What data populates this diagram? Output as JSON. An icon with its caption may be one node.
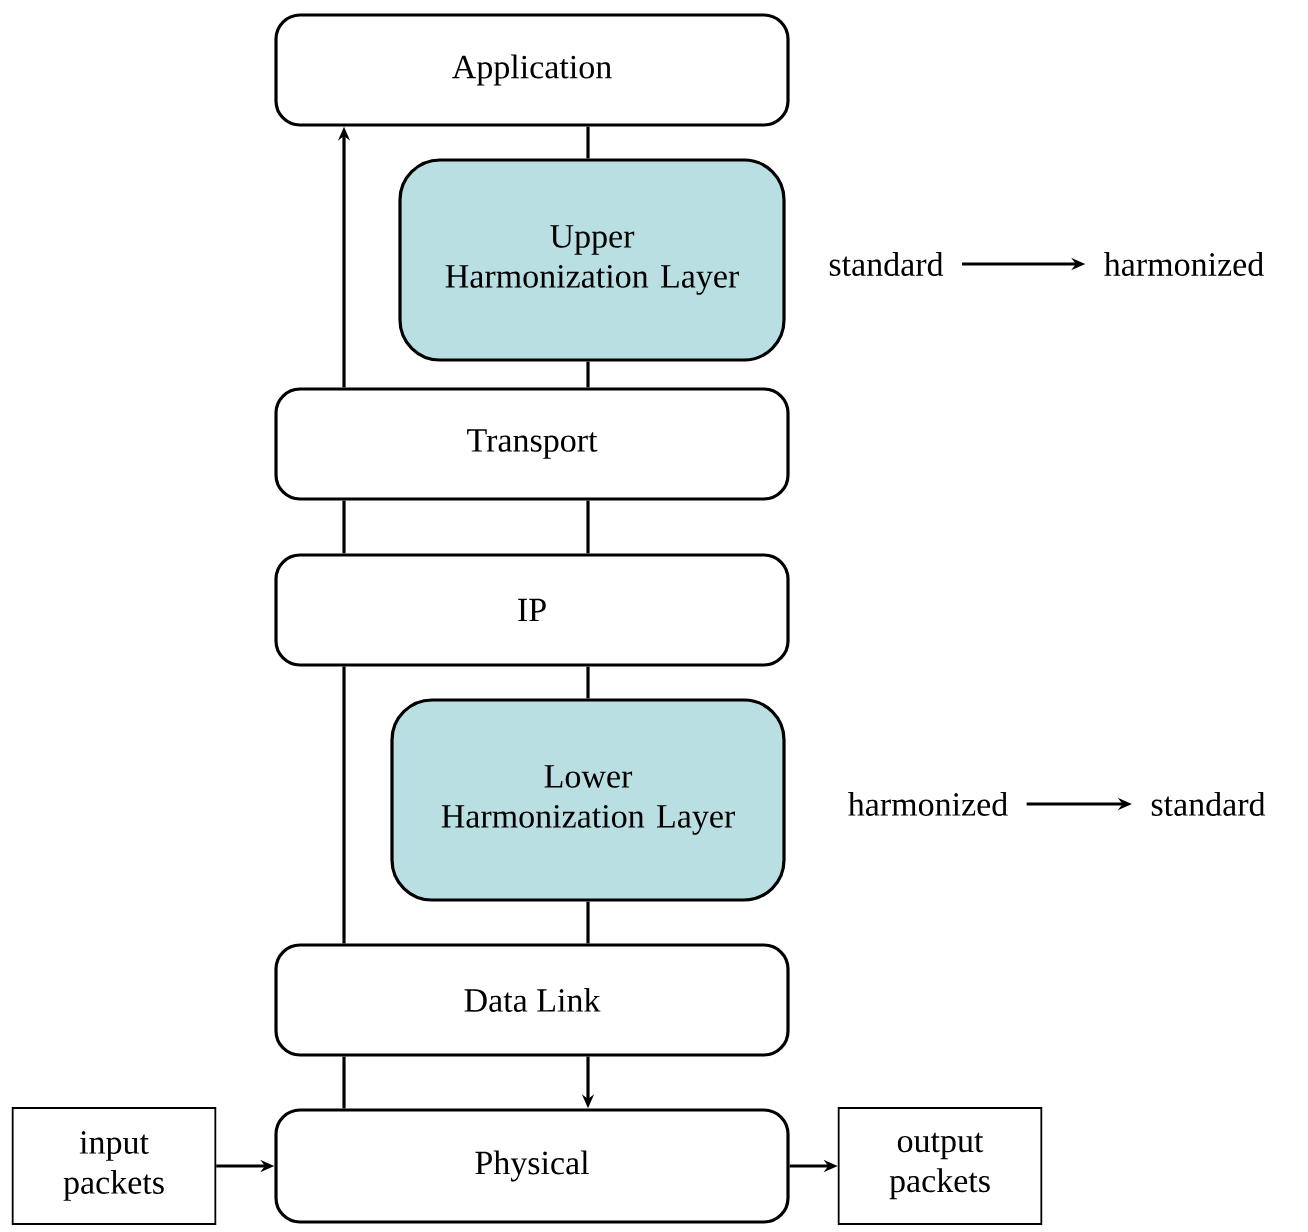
{
  "diagram": {
    "nodes": [
      {
        "text": [
          "Application"
        ]
      },
      {
        "text": [
          "Upper Harmonization Layer"
        ]
      },
      {
        "text": [
          "Transport"
        ]
      },
      {
        "text": [
          "IP"
        ]
      },
      {
        "text": [
          "Lower Harmonization Layer"
        ]
      },
      {
        "text": [
          "Data Link"
        ]
      },
      {
        "text": [
          "Physical"
        ]
      },
      {
        "text": [
          "input packets"
        ]
      },
      {
        "text": [
          "output packets"
        ]
      },
      {
        "text": [
          "standard"
        ]
      },
      {
        "text": [
          "harmonized"
        ]
      },
      {
        "text": [
          "harmonized"
        ]
      },
      {
        "text": [
          "standard"
        ]
      }
    ],
    "edges": [
      {
        "from": 0,
        "to": 1,
        "arrow": "none"
      },
      {
        "from": 1,
        "to": 2,
        "arrow": "none"
      },
      {
        "from": 2,
        "to": 0,
        "arrow": "to"
      },
      {
        "from": 2,
        "to": 3,
        "arrow": "none"
      },
      {
        "from": 2,
        "to": 3,
        "arrow": "none"
      },
      {
        "from": 3,
        "to": 4,
        "arrow": "none"
      },
      {
        "from": 4,
        "to": 5,
        "arrow": "none"
      },
      {
        "from": 3,
        "to": 5,
        "arrow": "none"
      },
      {
        "from": 5,
        "to": 6,
        "arrow": "none"
      },
      {
        "from": 5,
        "to": 6,
        "arrow": "to"
      },
      {
        "from": 7,
        "to": 6,
        "arrow": "to"
      },
      {
        "from": 6,
        "to": 8,
        "arrow": "to"
      },
      {
        "from": 9,
        "to": 10,
        "arrow": "to"
      },
      {
        "from": 11,
        "to": 12,
        "arrow": "to"
      }
    ]
  }
}
